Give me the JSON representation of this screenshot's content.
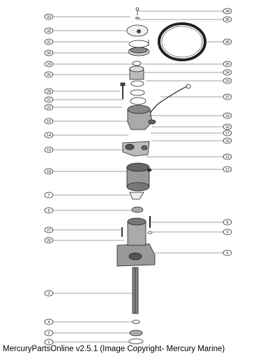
{
  "caption": "MercuryPartsOnline v2.5.1 (Image Copyright- Mercury Marine)",
  "callouts_left": [
    "33",
    "32",
    "31",
    "30",
    "29",
    "26",
    "28",
    "21",
    "22",
    "10",
    "14",
    "13",
    "18",
    "7",
    "6",
    "27",
    "26",
    "3",
    "4",
    "2",
    "1"
  ],
  "callouts_right": [
    "34",
    "35",
    "36",
    "25",
    "24",
    "23",
    "37",
    "19",
    "20",
    "17",
    "16",
    "11",
    "12",
    "8",
    "9",
    "5"
  ]
}
